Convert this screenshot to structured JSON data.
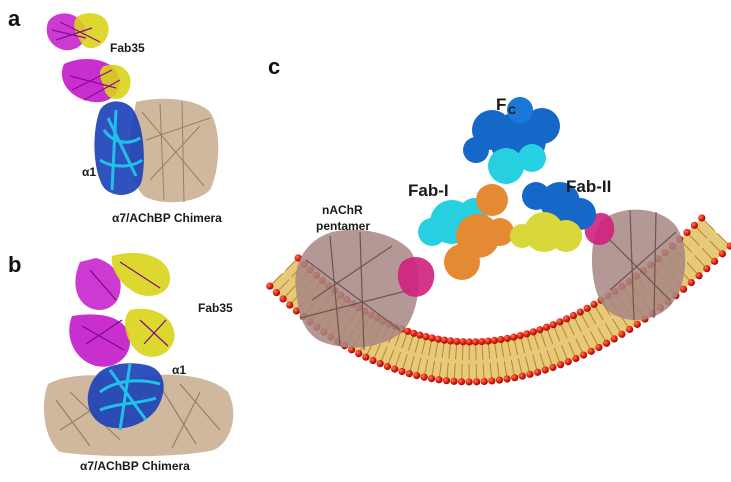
{
  "panels": {
    "a": {
      "letter": "a",
      "fab_label": "Fab35",
      "subunit_label": "α1",
      "caption": "α7/AChBP Chimera"
    },
    "b": {
      "letter": "b",
      "fab_label": "Fab35",
      "subunit_label": "α1",
      "caption": "α7/AChBP Chimera"
    },
    "c": {
      "letter": "c",
      "fc_label": "F",
      "fc_subscript": "C",
      "fab1_label": "Fab-I",
      "fab2_label": "Fab-II",
      "receptor_label_line1": "nAChR",
      "receptor_label_line2": "pentamer"
    }
  },
  "colors": {
    "fab_heavy": "#c318c9",
    "fab_light": "#d8d41a",
    "alpha1_dark": "#1a3fb8",
    "alpha1_light": "#20c0e8",
    "achbp": "#c7ab8c",
    "fc_blue": "#1668c8",
    "fc_cyan": "#26d0e0",
    "fab_orange": "#e38a33",
    "fab_yellow": "#d8d83a",
    "receptor": "#a78682",
    "receptor_pink": "#d0207e",
    "lipid_head": "#e02010",
    "lipid_tail": "#d9b04a"
  }
}
